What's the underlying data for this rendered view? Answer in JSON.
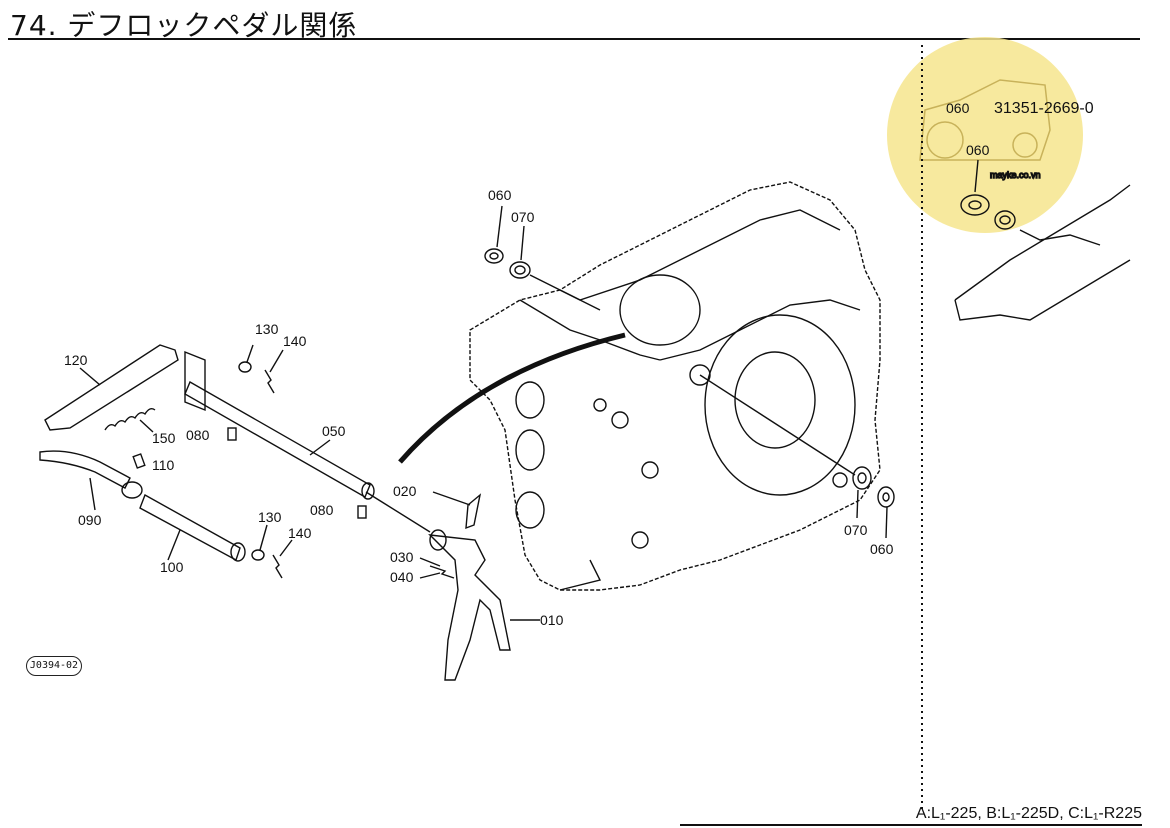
{
  "header": {
    "title": "74. デフロックペダル関係"
  },
  "footer": {
    "models": "A:L₁-225, B:L₁-225D, C:L₁-R225"
  },
  "figure_code": "J0394-02",
  "watermark": {
    "text": "mayke.co.vn",
    "color": "#f6e58d"
  },
  "detail": {
    "part_number": "31351-2669-0"
  },
  "labels": {
    "l010": "010",
    "l020": "020",
    "l030": "030",
    "l040": "040",
    "l050": "050",
    "l060a": "060",
    "l060b": "060",
    "l060c": "060",
    "l060d": "060",
    "l070a": "070",
    "l070b": "070",
    "l080a": "080",
    "l080b": "080",
    "l090": "090",
    "l100": "100",
    "l110": "110",
    "l120": "120",
    "l130a": "130",
    "l130b": "130",
    "l140a": "140",
    "l140b": "140",
    "l150": "150"
  }
}
